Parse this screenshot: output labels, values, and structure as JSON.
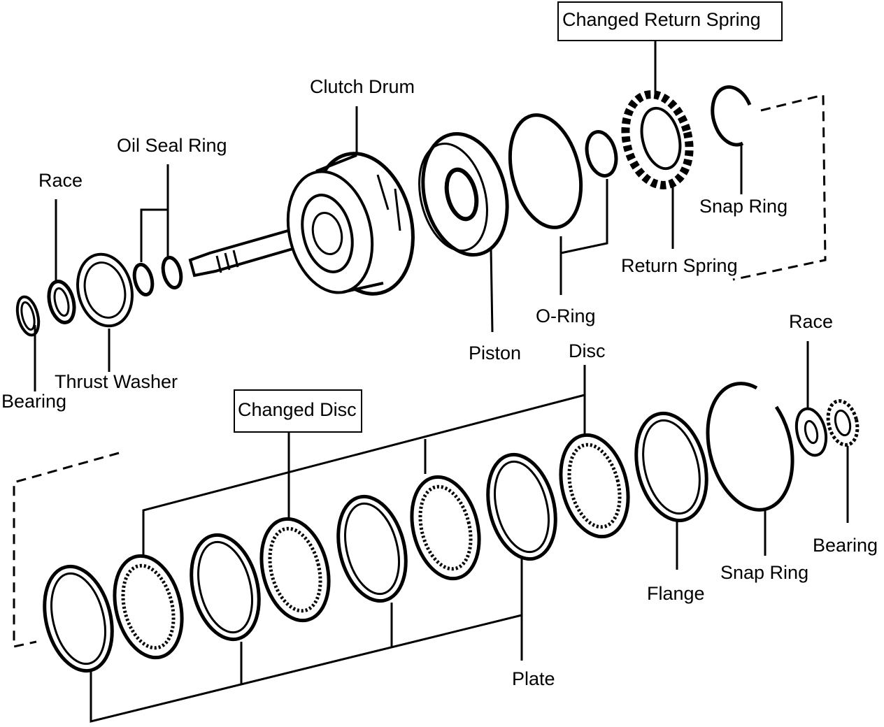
{
  "labels": {
    "changed_return_spring": "Changed Return Spring",
    "clutch_drum": "Clutch Drum",
    "oil_seal_ring": "Oil Seal Ring",
    "race_top": "Race",
    "bearing_top": "Bearing",
    "thrust_washer": "Thrust Washer",
    "piston": "Piston",
    "o_ring": "O-Ring",
    "return_spring": "Return Spring",
    "snap_ring_top": "Snap Ring",
    "disc": "Disc",
    "race_right": "Race",
    "changed_disc": "Changed Disc",
    "bearing_right": "Bearing",
    "snap_ring_right": "Snap Ring",
    "flange": "Flange",
    "plate": "Plate"
  }
}
